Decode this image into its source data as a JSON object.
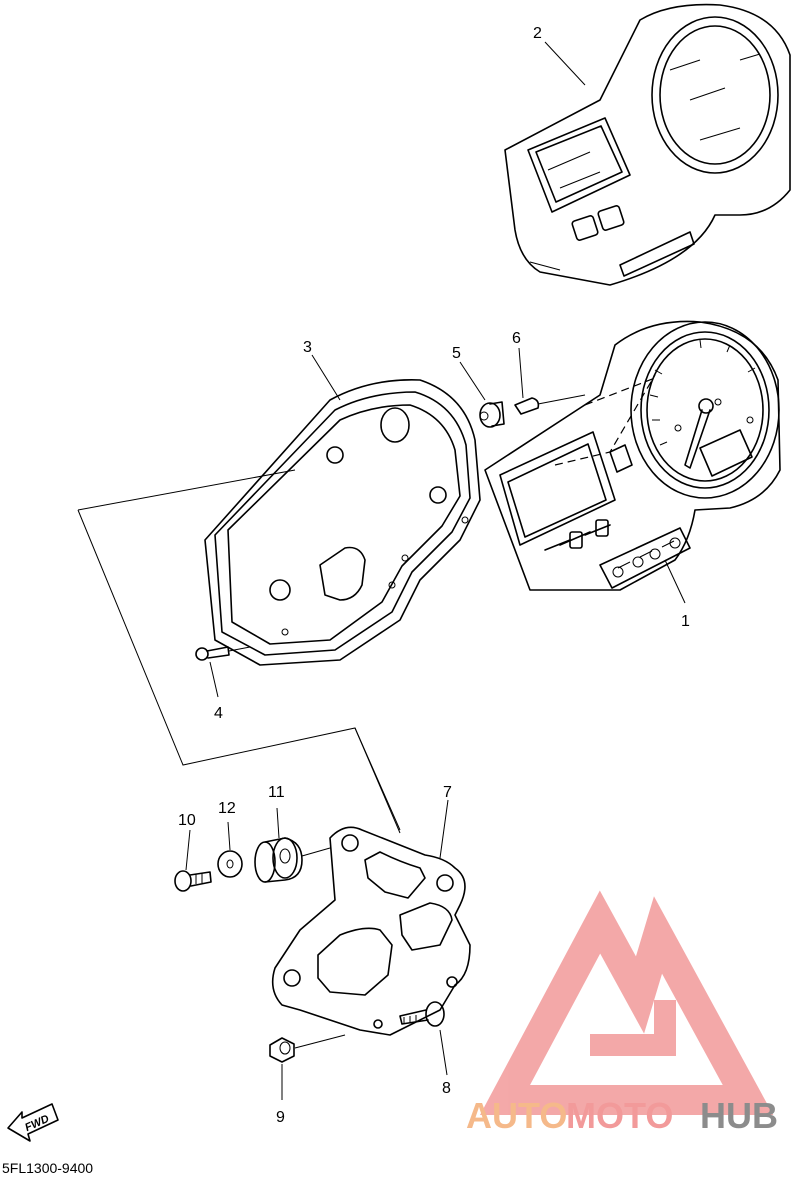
{
  "diagram": {
    "callouts": [
      "1",
      "2",
      "3",
      "4",
      "5",
      "6",
      "7",
      "8",
      "9",
      "10",
      "11",
      "12"
    ],
    "part_code": "5FL1300-9400",
    "fwd_label": "FWD"
  },
  "watermark": {
    "part1": "AUTO",
    "part2": "MOTO",
    "part3": "HUB",
    "colors": {
      "auto": "#f5b98a",
      "moto": "#f29a9a",
      "hub": "#8c8c8c",
      "logo": "#f29a9a"
    }
  }
}
